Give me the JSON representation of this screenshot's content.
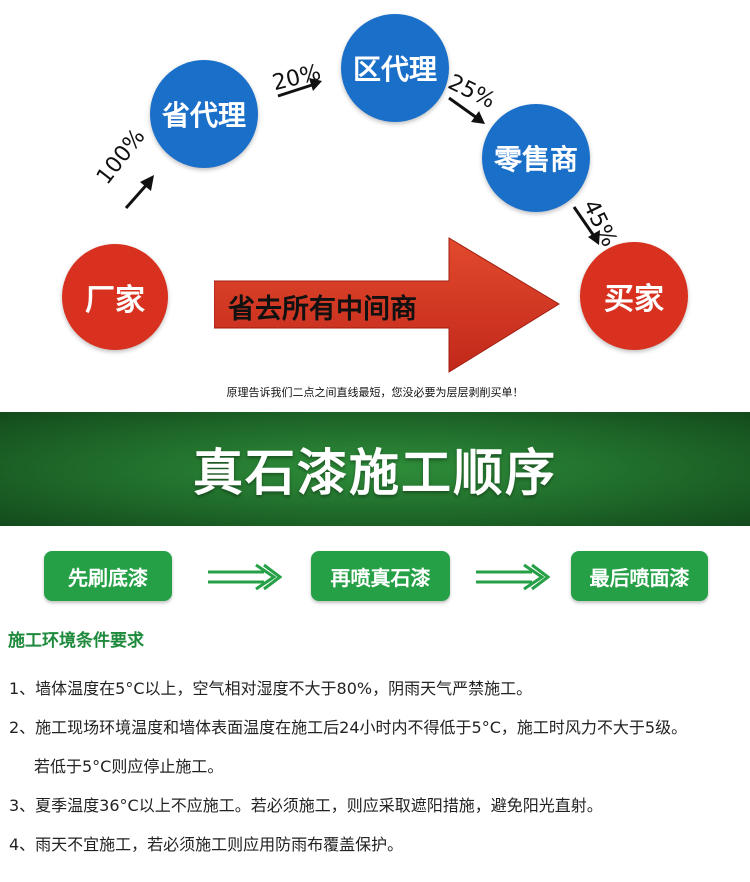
{
  "diagram": {
    "nodes": {
      "manufacturer": "厂家",
      "provincial_agent": "省代理",
      "district_agent": "区代理",
      "retailer": "零售商",
      "buyer": "买家"
    },
    "percentages": [
      "100%",
      "20%",
      "25%",
      "45%"
    ],
    "big_arrow_label": "省去所有中间商",
    "note": "原理告诉我们二点之间直线最短，您没必要为层层剥削买单！",
    "colors": {
      "blue": "#1a6fc9",
      "red": "#d8311f"
    }
  },
  "banner": {
    "title": "真石漆施工顺序"
  },
  "steps": [
    "先刷底漆",
    "再喷真石漆",
    "最后喷面漆"
  ],
  "requirements": {
    "title": "施工环境条件要求",
    "items": [
      "1、墙体温度在5°C以上，空气相对湿度不大于80%，阴雨天气严禁施工。",
      "2、施工现场环境温度和墙体表面温度在施工后24小时内不得低于5°C，施工时风力不大于5级。",
      "若低于5°C则应停止施工。",
      "3、夏季温度36°C以上不应施工。若必须施工，则应采取遮阳措施，避免阳光直射。",
      "4、雨天不宜施工，若必须施工则应用防雨布覆盖保护。"
    ]
  },
  "icons": [
    "arrow-up-right-icon",
    "arrow-down-right-icon",
    "big-red-arrow-icon",
    "double-arrow-icon"
  ]
}
